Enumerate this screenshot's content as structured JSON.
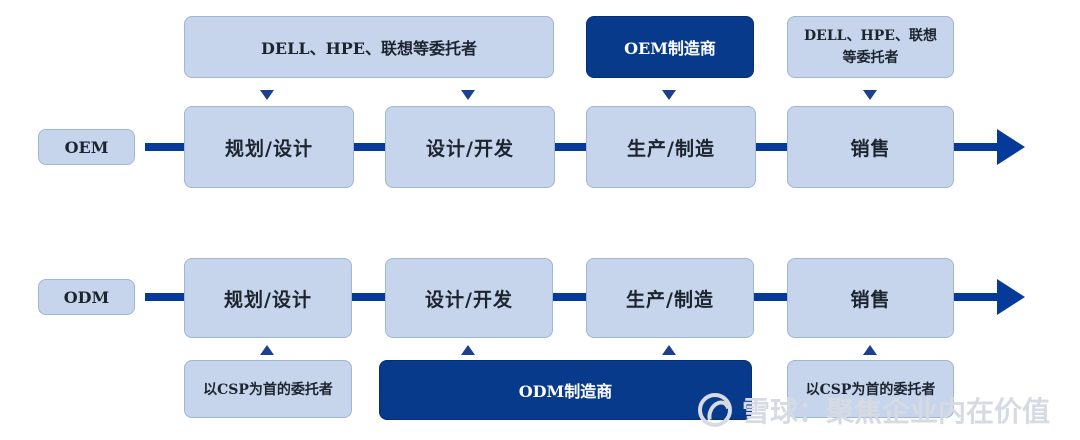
{
  "oem_row": {
    "label": "OEM",
    "stages": [
      "规划/设计",
      "设计/开发",
      "生产/制造",
      "销售"
    ],
    "top_notes": {
      "design": "DELL、HPE、联想等委托者",
      "manufacturer": "OEM制造商",
      "sales_line1": "DELL、HPE、联想",
      "sales_line2": "等委托者"
    }
  },
  "odm_row": {
    "label": "ODM",
    "stages": [
      "规划/设计",
      "设计/开发",
      "生产/制造",
      "销售"
    ],
    "bottom_notes": {
      "planning": "以CSP为首的委托者",
      "manufacturer": "ODM制造商",
      "sales": "以CSP为首的委托者"
    }
  },
  "watermark": "雪球：聚焦企业内在价值",
  "colors": {
    "light_box": "#c6d5eb",
    "dark_box": "#083a8c",
    "arrow": "#063a9a"
  }
}
